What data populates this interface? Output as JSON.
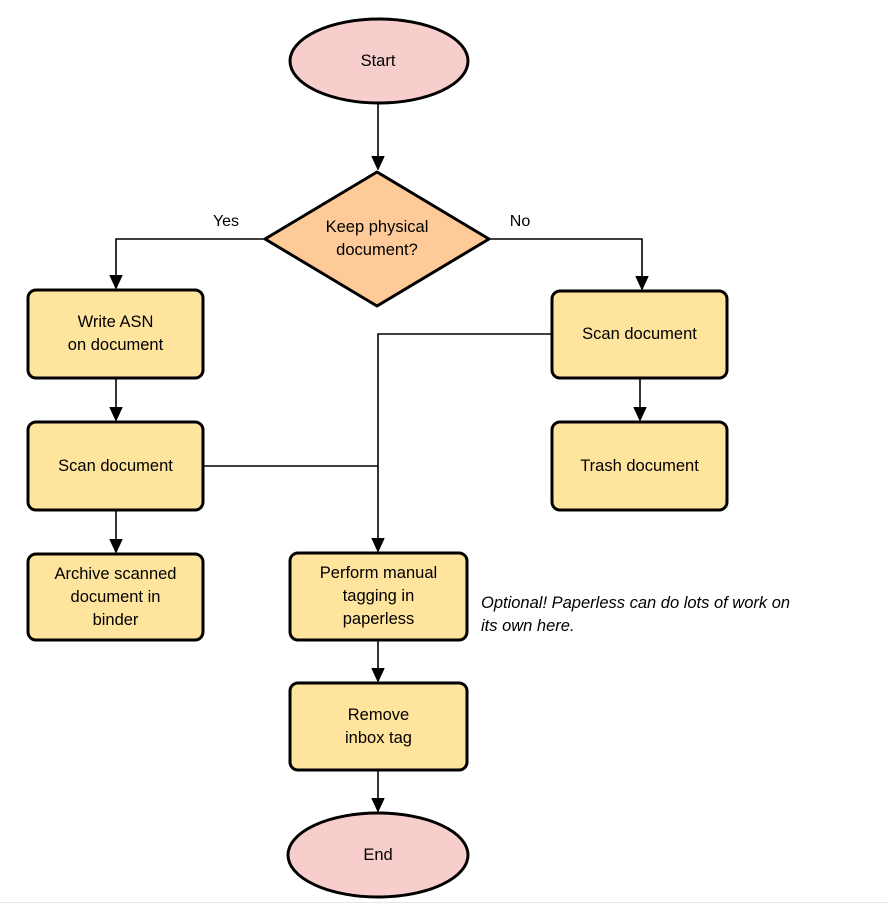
{
  "diagram": {
    "type": "flowchart",
    "colors": {
      "terminal_fill": "#F8CECC",
      "decision_fill": "#FECB98",
      "process_fill": "#FFE49E",
      "stroke": "#000000",
      "bottom_rule": "#E8E8E8"
    },
    "nodes": {
      "start": {
        "shape": "ellipse",
        "label": "Start"
      },
      "decision": {
        "shape": "diamond",
        "label": "Keep physical\ndocument?"
      },
      "write_asn": {
        "shape": "process",
        "label": "Write ASN\non document"
      },
      "scan_left": {
        "shape": "process",
        "label": "Scan document"
      },
      "archive": {
        "shape": "process",
        "label": "Archive scanned\ndocument in\nbinder"
      },
      "scan_right": {
        "shape": "process",
        "label": "Scan document"
      },
      "trash": {
        "shape": "process",
        "label": "Trash document"
      },
      "tagging": {
        "shape": "process",
        "label": "Perform manual\ntagging in\npaperless"
      },
      "remove_inbox": {
        "shape": "process",
        "label": "Remove\ninbox tag"
      },
      "end": {
        "shape": "ellipse",
        "label": "End"
      }
    },
    "edges": {
      "yes_label": "Yes",
      "no_label": "No"
    },
    "note": "Optional! Paperless can do lots of work on\nits own here."
  }
}
